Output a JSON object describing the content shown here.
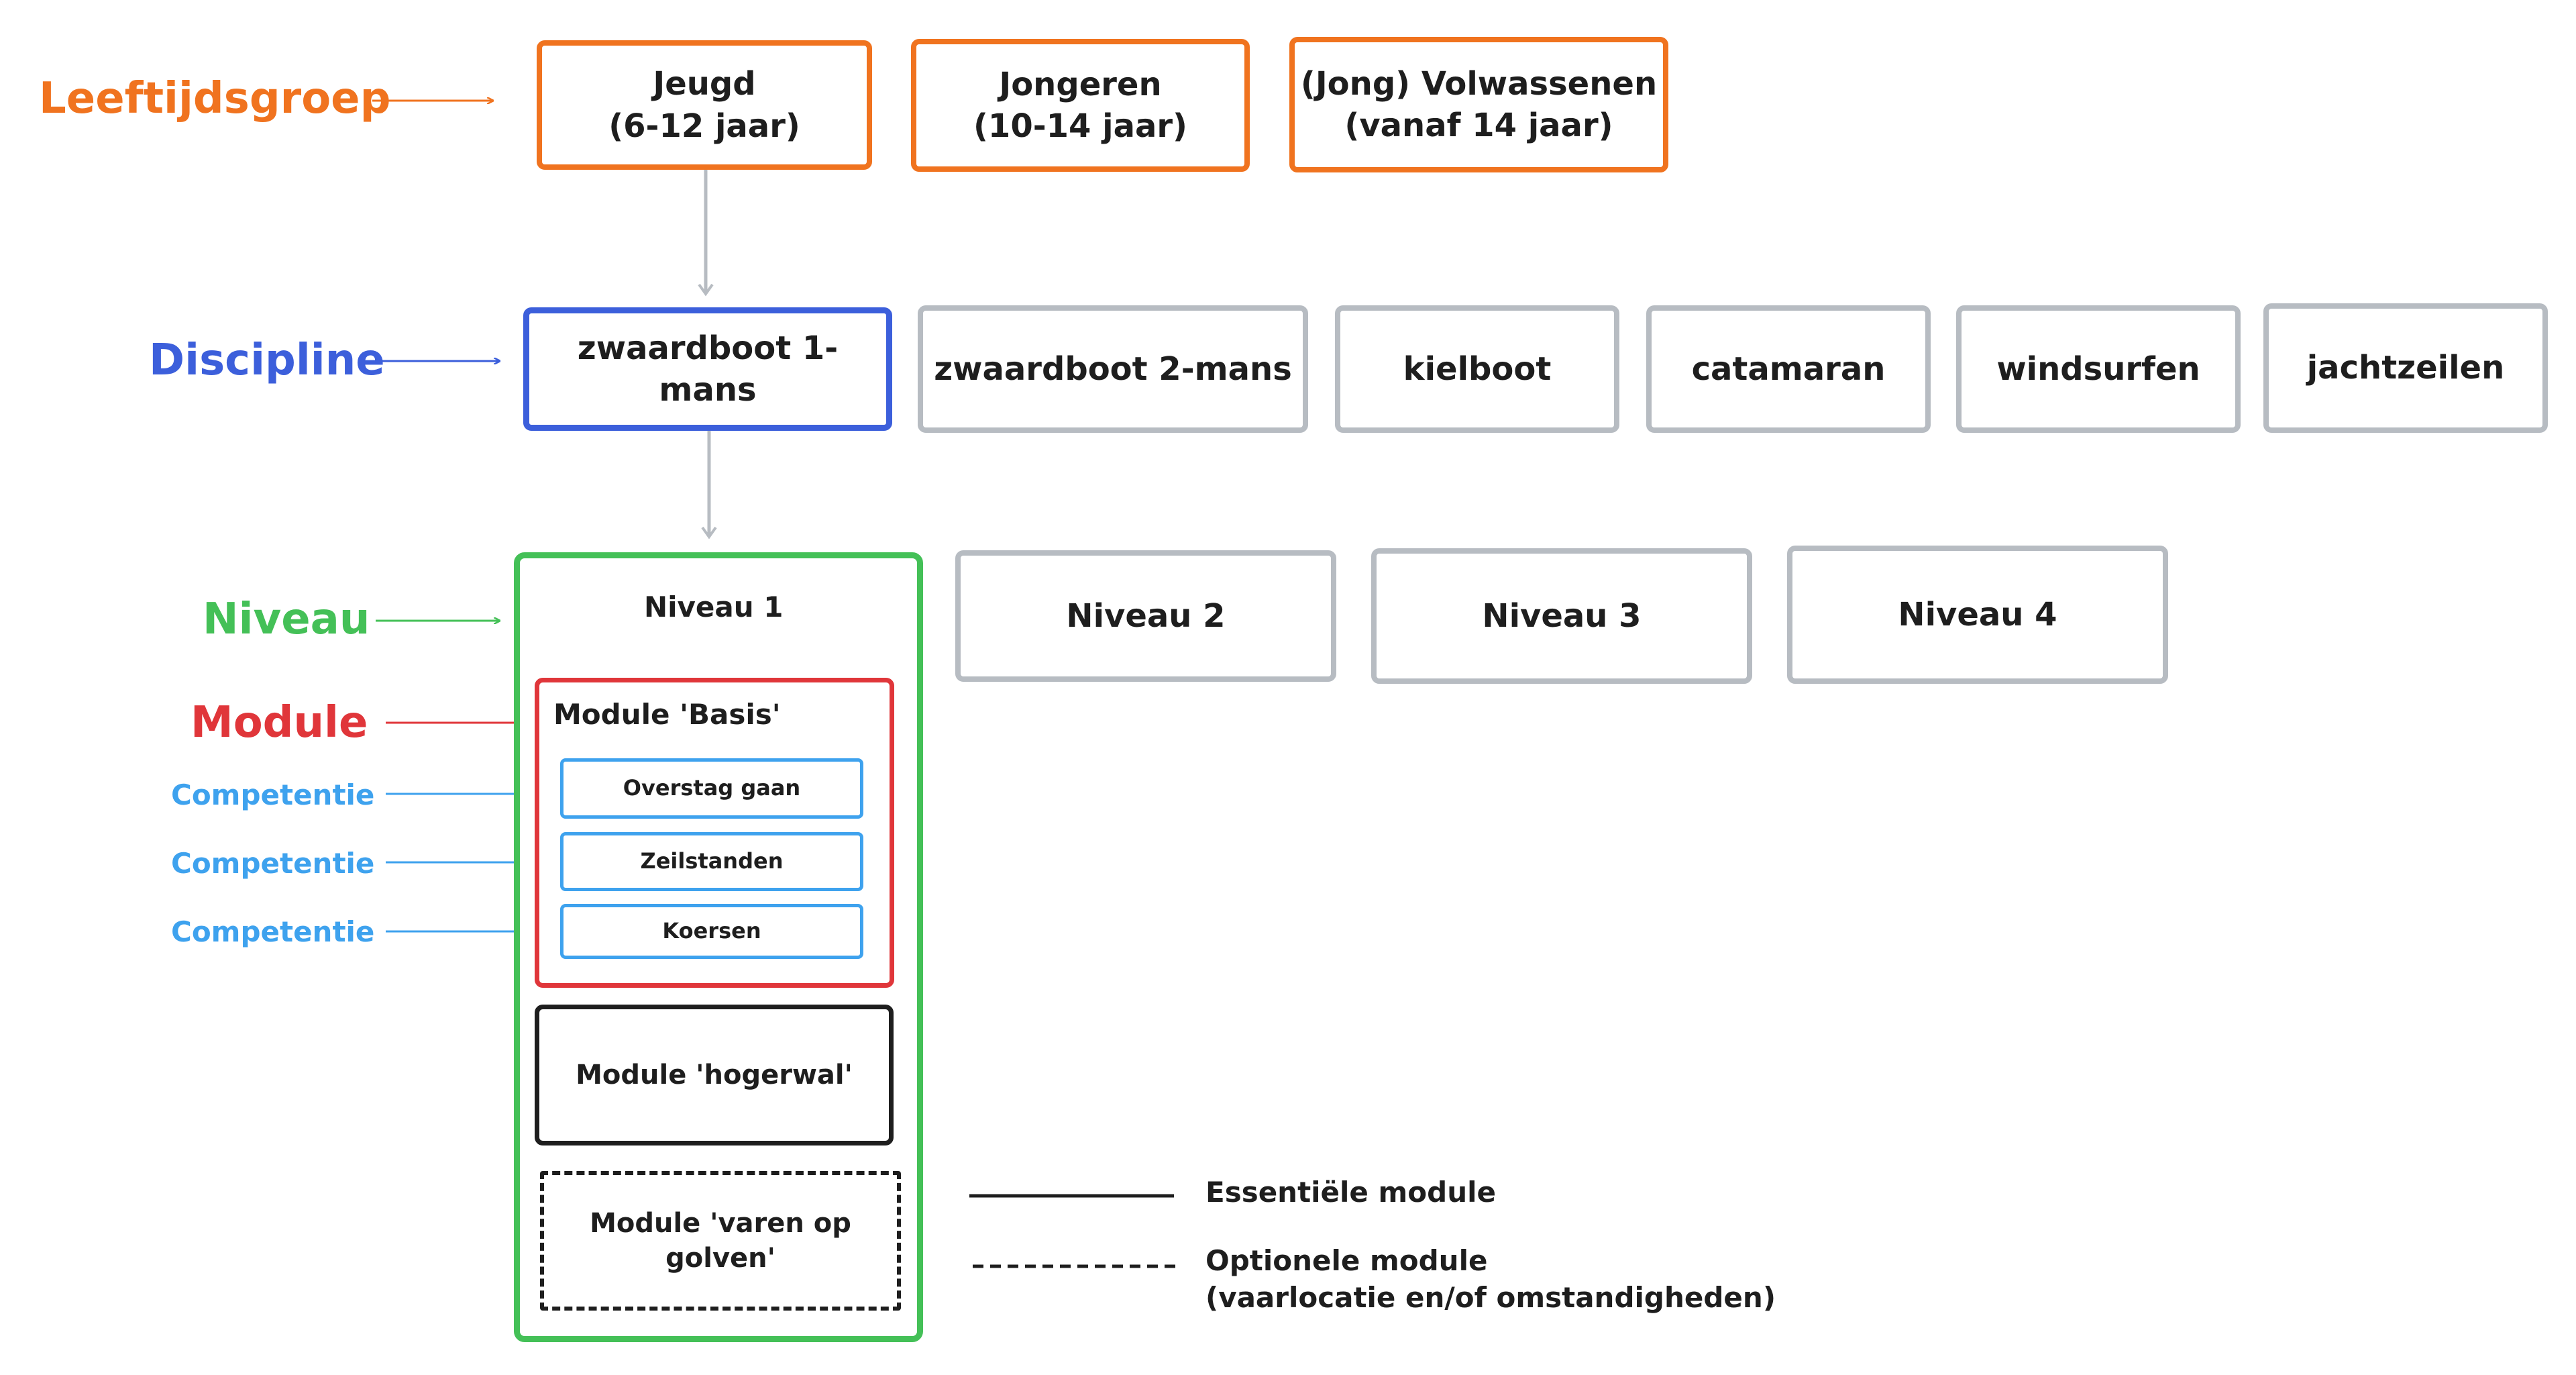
{
  "labels": {
    "leeftijdsgroep": "Leeftijdsgroep",
    "discipline": "Discipline",
    "niveau": "Niveau",
    "module": "Module",
    "competentie": [
      "Competentie",
      "Competentie",
      "Competentie"
    ]
  },
  "age_groups": [
    {
      "line1": "Jeugd",
      "line2": "(6-12 jaar)"
    },
    {
      "line1": "Jongeren",
      "line2": "(10-14 jaar)"
    },
    {
      "line1": "(Jong) Volwassenen",
      "line2": "(vanaf 14 jaar)"
    }
  ],
  "disciplines": [
    "zwaardboot 1-mans",
    "zwaardboot 2-mans",
    "kielboot",
    "catamaran",
    "windsurfen",
    "jachtzeilen"
  ],
  "levels": [
    "Niveau 1",
    "Niveau 2",
    "Niveau 3",
    "Niveau 4"
  ],
  "modules": {
    "basis": "Module 'Basis'",
    "hogerwal": "Module 'hogerwal'",
    "varen": "Module 'varen op golven'"
  },
  "competences": [
    "Overstag gaan",
    "Zeilstanden",
    "Koersen"
  ],
  "legend": {
    "essential": "Essentiële module",
    "optional_line1": "Optionele module",
    "optional_line2": "(vaarlocatie en/of omstandigheden)"
  },
  "colors": {
    "leeftijdsgroep": "#f0731f",
    "discipline": "#3c5fdb",
    "niveau": "#44c057",
    "module": "#e0363a",
    "competentie": "#3ea2ee",
    "inactive": "#b7bcc2"
  }
}
